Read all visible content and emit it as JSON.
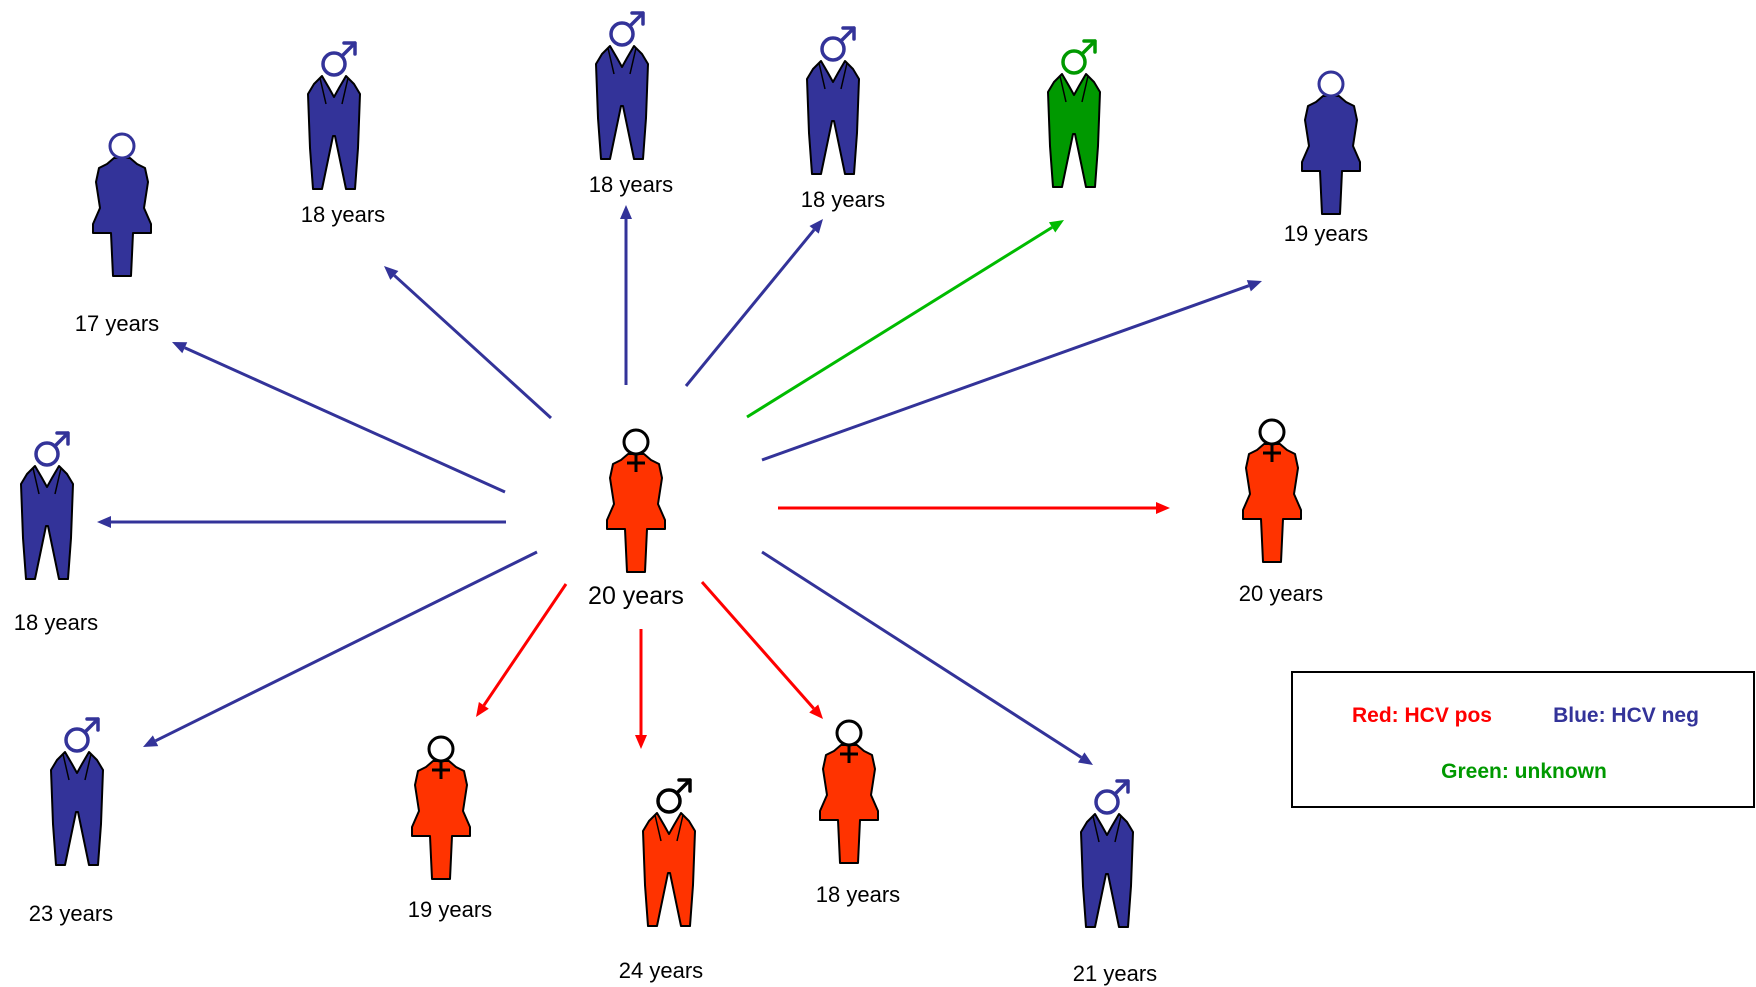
{
  "colors": {
    "hcv_pos": "#ff3300",
    "hcv_pos_arrow": "#ff0000",
    "hcv_neg": "#333399",
    "unknown_fill": "#009900",
    "unknown_arrow": "#00bb00",
    "outline": "#000000"
  },
  "index_case": {
    "sex": "female",
    "status": "pos",
    "age": "20 years"
  },
  "contacts": [
    {
      "id": "c17f",
      "sex": "female",
      "status": "neg",
      "age": "17 years"
    },
    {
      "id": "c18m-a",
      "sex": "male",
      "status": "neg",
      "age": "18 years"
    },
    {
      "id": "c18m-b",
      "sex": "male",
      "status": "neg",
      "age": "18 years"
    },
    {
      "id": "c18m-c",
      "sex": "male",
      "status": "neg",
      "age": "18 years"
    },
    {
      "id": "cunk",
      "sex": "male",
      "status": "unknown",
      "age": ""
    },
    {
      "id": "c19f-a",
      "sex": "female",
      "status": "neg",
      "age": "19 years"
    },
    {
      "id": "c18m-d",
      "sex": "male",
      "status": "neg",
      "age": "18 years"
    },
    {
      "id": "c20f",
      "sex": "female",
      "status": "pos",
      "age": "20 years"
    },
    {
      "id": "c23m",
      "sex": "male",
      "status": "neg",
      "age": "23 years"
    },
    {
      "id": "c19f-b",
      "sex": "female",
      "status": "pos",
      "age": "19 years"
    },
    {
      "id": "c24m",
      "sex": "male",
      "status": "pos",
      "age": "24 years"
    },
    {
      "id": "c18f",
      "sex": "female",
      "status": "pos",
      "age": "18 years"
    },
    {
      "id": "c21m",
      "sex": "male",
      "status": "neg",
      "age": "21 years"
    }
  ],
  "legend": {
    "red": "Red: HCV pos",
    "blue": "Blue: HCV neg",
    "green": "Green: unknown"
  }
}
